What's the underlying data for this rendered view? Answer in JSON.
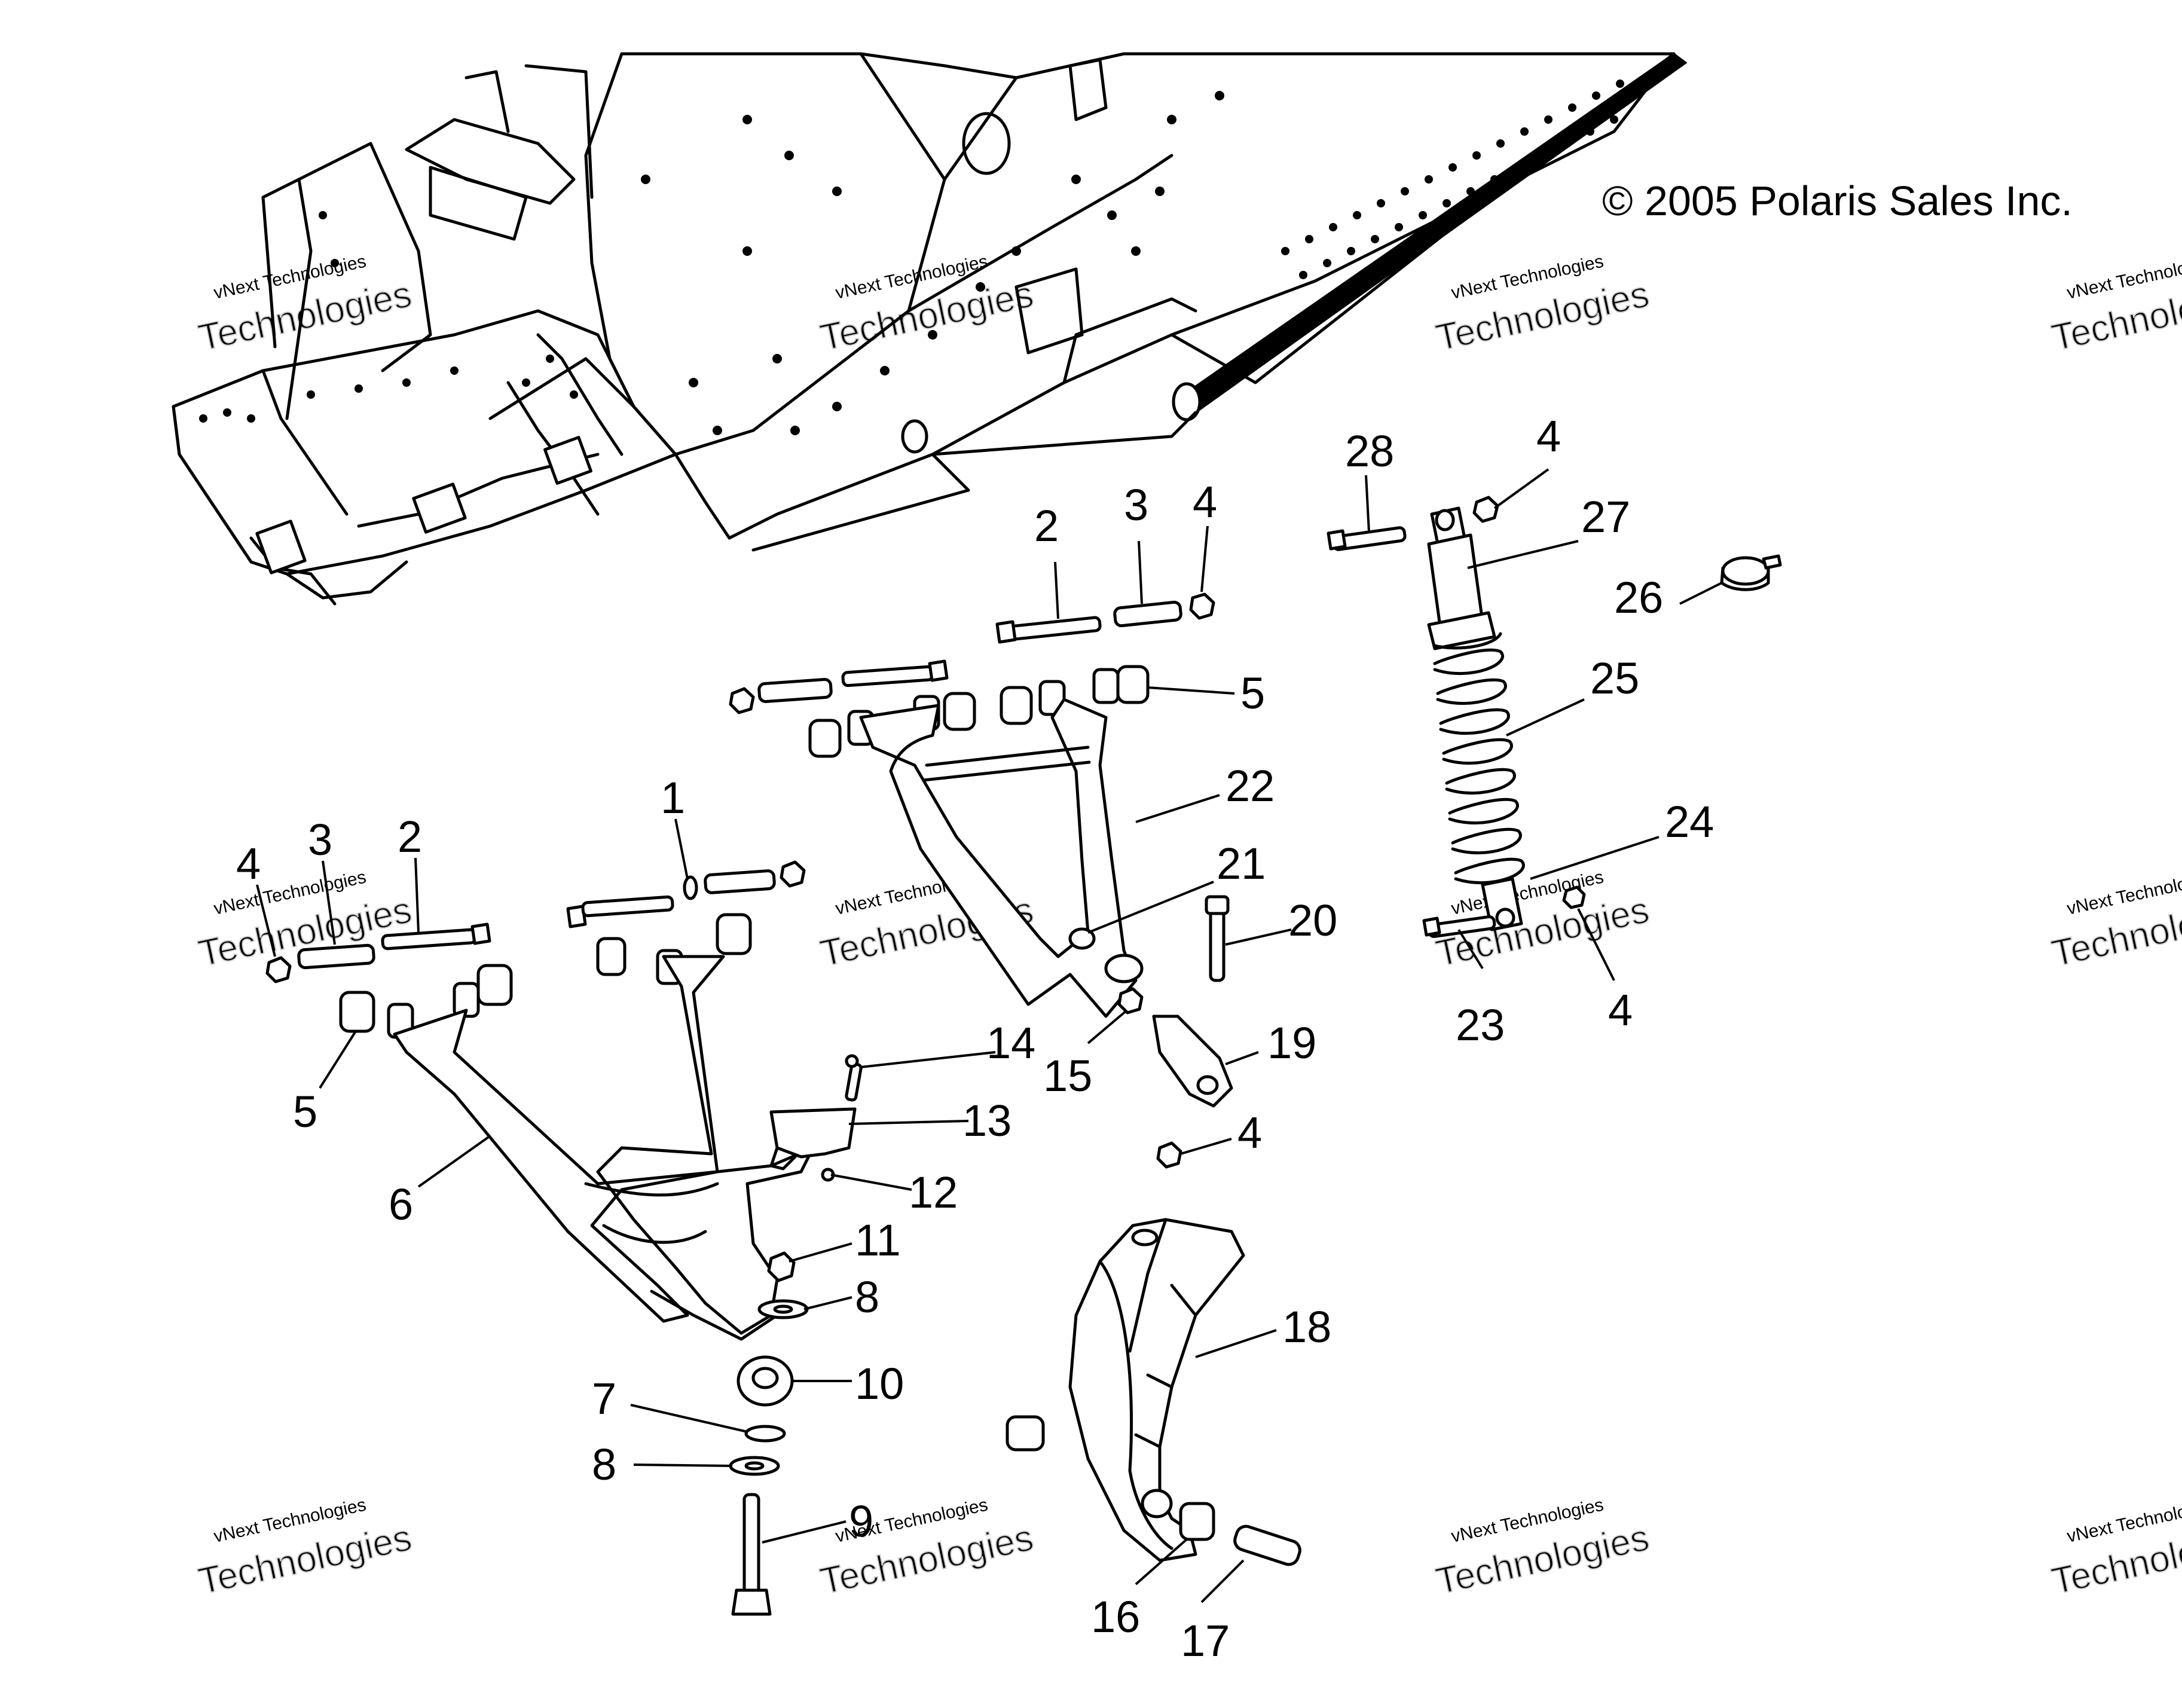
{
  "copyright": "© 2005 Polaris Sales Inc.",
  "watermark": {
    "line1": "vNext Technologies",
    "line2": "Technologies"
  },
  "callouts": [
    {
      "id": "c28",
      "label": "28"
    },
    {
      "id": "c4a",
      "label": "4"
    },
    {
      "id": "c27",
      "label": "27"
    },
    {
      "id": "c26",
      "label": "26"
    },
    {
      "id": "c25",
      "label": "25"
    },
    {
      "id": "c24",
      "label": "24"
    },
    {
      "id": "c23",
      "label": "23"
    },
    {
      "id": "c4b",
      "label": "4"
    },
    {
      "id": "c2a",
      "label": "2"
    },
    {
      "id": "c3a",
      "label": "3"
    },
    {
      "id": "c4c",
      "label": "4"
    },
    {
      "id": "c5a",
      "label": "5"
    },
    {
      "id": "c22",
      "label": "22"
    },
    {
      "id": "c21",
      "label": "21"
    },
    {
      "id": "c20",
      "label": "20"
    },
    {
      "id": "c19",
      "label": "19"
    },
    {
      "id": "c15",
      "label": "15"
    },
    {
      "id": "c14",
      "label": "14"
    },
    {
      "id": "c13",
      "label": "13"
    },
    {
      "id": "c12",
      "label": "12"
    },
    {
      "id": "c4d",
      "label": "4"
    },
    {
      "id": "c1",
      "label": "1"
    },
    {
      "id": "c4e",
      "label": "4"
    },
    {
      "id": "c3b",
      "label": "3"
    },
    {
      "id": "c2b",
      "label": "2"
    },
    {
      "id": "c5b",
      "label": "5"
    },
    {
      "id": "c6",
      "label": "6"
    },
    {
      "id": "c11",
      "label": "11"
    },
    {
      "id": "c8a",
      "label": "8"
    },
    {
      "id": "c10",
      "label": "10"
    },
    {
      "id": "c7",
      "label": "7"
    },
    {
      "id": "c8b",
      "label": "8"
    },
    {
      "id": "c9",
      "label": "9"
    },
    {
      "id": "c18",
      "label": "18"
    },
    {
      "id": "c16",
      "label": "16"
    },
    {
      "id": "c17",
      "label": "17"
    }
  ]
}
